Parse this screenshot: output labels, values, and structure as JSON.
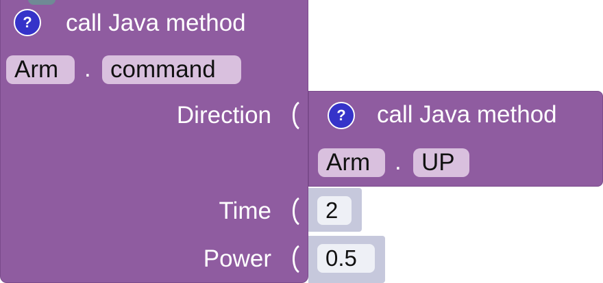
{
  "outer_block": {
    "header": "call Java method",
    "class_name": "Arm",
    "separator": ".",
    "method_name": "command",
    "params": [
      {
        "label": "Direction"
      },
      {
        "label": "Time"
      },
      {
        "label": "Power"
      }
    ]
  },
  "inner_block": {
    "header": "call Java method",
    "class_name": "Arm",
    "separator": ".",
    "field_name": "UP"
  },
  "values": {
    "time": "2",
    "power": "0.5"
  },
  "icons": {
    "help": "question-mark-icon"
  },
  "help_symbol": "?",
  "colors": {
    "block": "#8f5ca0",
    "pill": "#d9c0de",
    "number_block": "#c6c8dc",
    "help": "#3533c9"
  }
}
